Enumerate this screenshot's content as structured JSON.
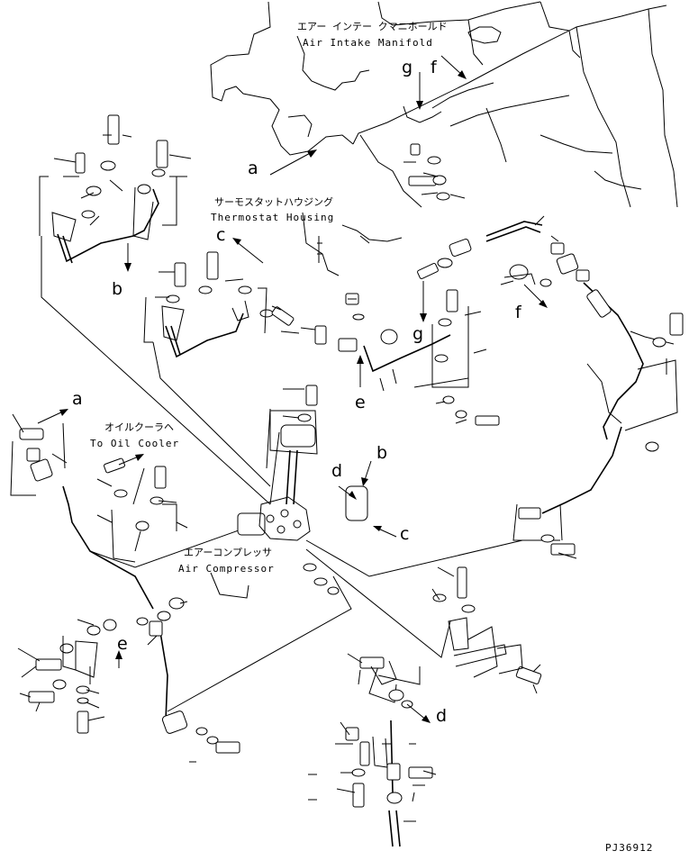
{
  "labels": {
    "air_intake_jp": "エアー インテー クマニホールド",
    "air_intake_en": "Air Intake Manifold",
    "thermostat_jp": "サーモスタットハウジング",
    "thermostat_en": "Thermostat Housing",
    "oil_cooler_jp": "オイルクーラヘ",
    "oil_cooler_en": "To Oil Cooler",
    "compressor_jp": "エアーコンプレッサ",
    "compressor_en": "Air Compressor",
    "drawing_code": "PJ36912"
  },
  "letters": {
    "a": "a",
    "b": "b",
    "c": "c",
    "d": "d",
    "e": "e",
    "f": "f",
    "g": "g"
  },
  "colors": {
    "ink": "#000000",
    "paper": "#ffffff"
  }
}
